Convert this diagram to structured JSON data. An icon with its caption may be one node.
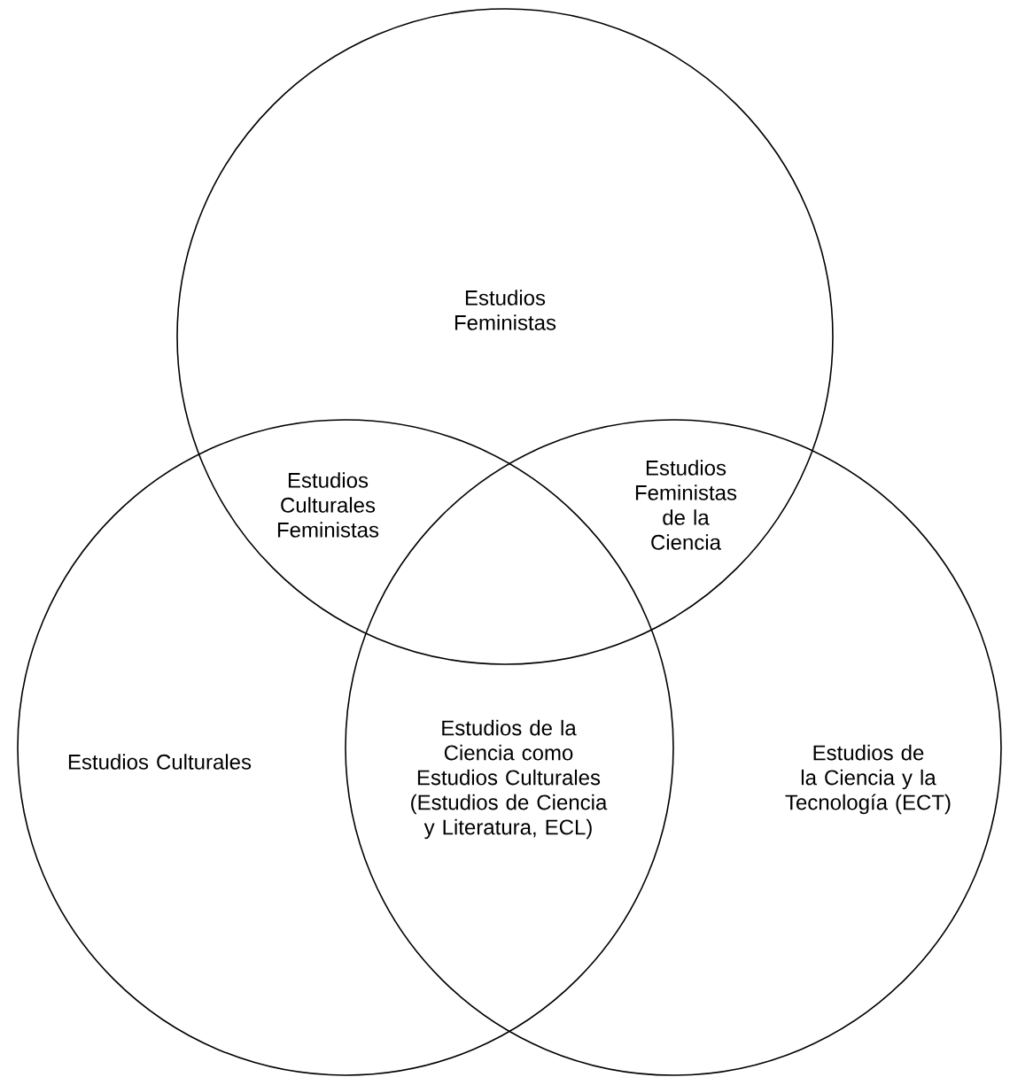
{
  "diagram": {
    "nodes": [
      {
        "text": [
          "Estudios Feministas"
        ]
      },
      {
        "text": [
          "Estudios Culturales"
        ]
      },
      {
        "text": [
          "Estudios de la Ciencia y la Tecnología (ECT)"
        ]
      }
    ],
    "labels": [
      "Estudios Culturales Feministas",
      "Estudios Feministas de la Ciencia",
      "Estudios de la Ciencia como Estudios Culturales (Estudios de Ciencia y Literatura, ECL)"
    ]
  }
}
